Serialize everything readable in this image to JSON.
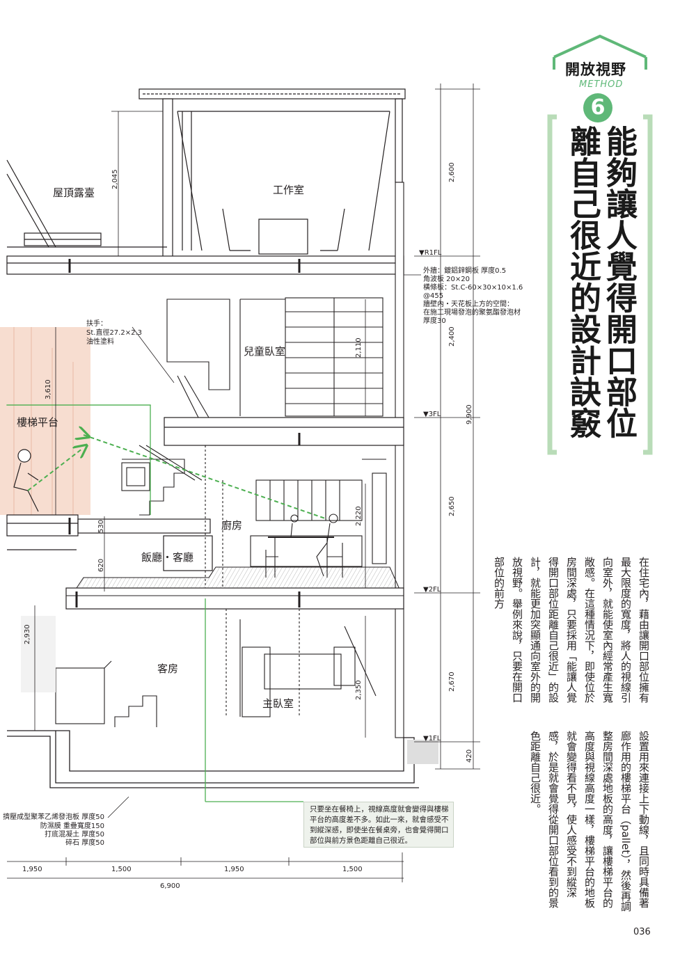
{
  "header": {
    "section_label": "開放視野",
    "method_word": "METHOD",
    "method_number": "6",
    "title_line1": "能夠讓人覺得開口部位",
    "title_line2": "離自己很近的設計訣竅"
  },
  "body": {
    "paragraph1": "在住宅內，藉由讓開口部位擁有最大限度的寬度，將人的視線引向室外，就能使室內經常產生寬敞感。在這種情況下，即使位於房間深處，只要採用「能讓人覺得開口部位距離自己很近」的設計，就能更加突顯通向室外的開放視野。舉例來說，只要在開口部位的前方",
    "paragraph2": "設置用來連接上下動線，且同時具備著廊作用的樓梯平台（pallet），然後再調整房間深處地板的高度，讓樓梯平台的高度與視線高度一樣，樓梯平台的地板就會變得看不見，使人感受不到縱深感，於是就會覺得從開口部位看到的景色距離自己很近。"
  },
  "drawing": {
    "rooms": {
      "roof_terrace": "屋頂露臺",
      "studio": "工作室",
      "kids_room": "兒童臥室",
      "stair_landing": "樓梯平台",
      "kitchen": "廚房",
      "dining_living": "飯廳・客廳",
      "guest_room": "客房",
      "master_bedroom": "主臥室"
    },
    "levels": {
      "r1fl": "▼R1FL",
      "f3": "▼3FL",
      "f2": "▼2FL",
      "f1": "▼1FL"
    },
    "dims_right": {
      "d2600": "2,600",
      "d2400": "2,400",
      "d2650": "2,650",
      "d2670": "2,670",
      "d420": "420",
      "d9900": "9,900"
    },
    "dims_inner": {
      "d2045": "2,045",
      "d3610": "3,610",
      "d2110": "2,110",
      "d2220": "2,220",
      "d530": "530",
      "d620": "620",
      "d2930": "2,930",
      "d2350": "2,350"
    },
    "dims_bottom": {
      "b1": "1,950",
      "b2": "1,500",
      "b3": "1,950",
      "b4": "1,500",
      "total": "6,900"
    },
    "wall_note": [
      "外牆：鍍鋁鋅鋼板  厚度0.5",
      "角波板  20×20",
      "橫條板：St.C-60×30×10×1.6",
      "@455",
      "牆壁內・天花板上方的空間：",
      "在施工現場發泡的聚氨酯發泡材",
      "厚度30"
    ],
    "handrail_note": [
      "扶手：",
      "St.直徑27.2×2.3",
      "油性塗料"
    ],
    "foundation_note": [
      "擠壓成型聚苯乙烯發泡板  厚度50",
      "防濕膜  重疊寬度150",
      "打底混凝土  厚度50",
      "碎石  厚度50"
    ]
  },
  "caption": "只要坐在餐椅上，視線高度就會變得與樓梯平台的高度差不多。如此一來，就會感受不到縱深感，即使坐在餐桌旁，也會覺得開口部位與前方景色距離自己很近。",
  "page_number": "036",
  "colors": {
    "accent_green": "#5fb878",
    "green_frame": "#b9dcb8",
    "stair_pink": "#f7ddd0",
    "caption_bg": "#eef2ec"
  }
}
